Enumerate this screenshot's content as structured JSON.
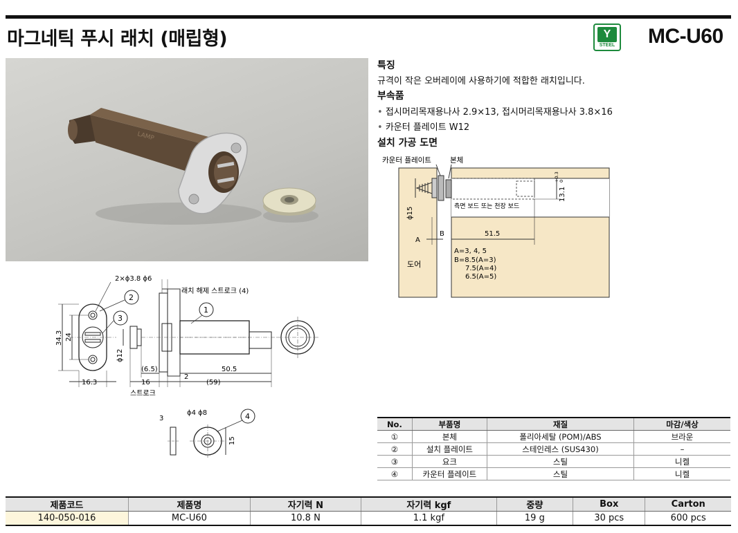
{
  "header": {
    "title": "마그네틱 푸시 래치 (매립형)",
    "code": "MC-U60",
    "badge_letter": "Y",
    "badge_text": "STEEL"
  },
  "features": {
    "heading": "특징",
    "text": "규격이 작은 오버레이에 사용하기에 적합한 래치입니다."
  },
  "accessories": {
    "heading": "부속품",
    "items": [
      "접시머리목재용나사 2.9×13, 접시머리목재용나사 3.8×16",
      "카운터 플레이트 W12"
    ]
  },
  "install": {
    "heading": "설치 가공 도면",
    "labels": {
      "counter_plate": "카운터 플레이트",
      "body": "본체",
      "side_board": "측면 보드 또는 천장 보드",
      "door": "도어",
      "phi15": "ϕ15",
      "dim_13": "13.1",
      "dim_13_tol_plus": "+0.3",
      "dim_13_tol_minus": "0",
      "dim_515": "51.5",
      "a": "A",
      "b": "B",
      "a_vals": "A=3, 4, 5",
      "b1": "B=8.5(A=3)",
      "b2": "7.5(A=4)",
      "b3": "6.5(A=5)"
    }
  },
  "drawing": {
    "holes": "2×ϕ3.8 ϕ6",
    "release_stroke": "래치 해제 스트로크 (4)",
    "d343": "34.3",
    "d24": "24",
    "d163": "16.3",
    "d65": "(6.5)",
    "d16": "16",
    "d2": "2",
    "d505": "50.5",
    "d59": "(59)",
    "phi12": "ϕ12",
    "stroke": "스트로크",
    "c1": "1",
    "c2": "2",
    "c3": "3",
    "c4": "4",
    "plate_d3": "3",
    "plate_phi": "ϕ4 ϕ8",
    "plate_d15": "15"
  },
  "parts_table": {
    "headers": [
      "No.",
      "부품명",
      "재질",
      "마감/색상"
    ],
    "rows": [
      [
        "①",
        "본체",
        "폴리아세탈 (POM)/ABS",
        "브라운"
      ],
      [
        "②",
        "설치 플레이트",
        "스테인레스 (SUS430)",
        "–"
      ],
      [
        "③",
        "요크",
        "스틸",
        "니켈"
      ],
      [
        "④",
        "카운터 플레이트",
        "스틸",
        "니켈"
      ]
    ]
  },
  "spec_table": {
    "headers": [
      "제품코드",
      "제품명",
      "자기력 N",
      "자기력 kgf",
      "중량",
      "Box",
      "Carton"
    ],
    "rows": [
      [
        "140-050-016",
        "MC-U60",
        "10.8 N",
        "1.1 kgf",
        "19 g",
        "30 pcs",
        "600 pcs"
      ]
    ]
  },
  "colors": {
    "badge_green": "#1d8a3c",
    "board_tan": "#f6e7c6",
    "latch_brown": "#5a4634"
  }
}
